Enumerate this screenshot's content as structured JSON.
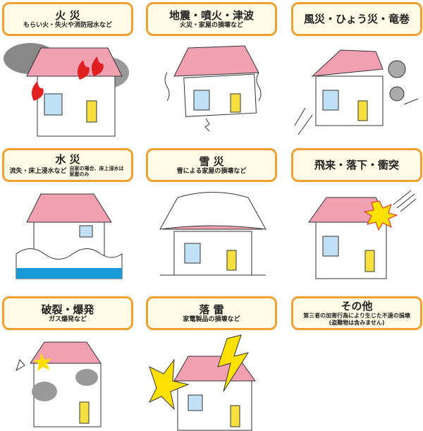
{
  "cards": [
    {
      "title": "火 災",
      "subtitle": "もらい火・失火や消防冠水など"
    },
    {
      "title": "地震・噴火・津波",
      "subtitle": "火災・家屋の損壊など"
    },
    {
      "title": "風災・ひょう災・竜巻"
    },
    {
      "title": "水 災",
      "subtitle": "流失・床上浸水など",
      "note": "自家の場合、床上浸水は家屋のみ"
    },
    {
      "title": "雪 災",
      "subtitle": "雪による家屋の損壊など"
    },
    {
      "title": "飛来・落下・衝突"
    },
    {
      "title": "破裂・爆発",
      "subtitle": "ガス爆発など"
    },
    {
      "title": "落 雷",
      "subtitle": "家電製品の損壊など"
    },
    {
      "title": "その他",
      "subtitle": "第三者の加害行為により生じた不遠の損壊",
      "subtitle2": "(盗難物は含みません)"
    }
  ],
  "colors": {
    "border": "#f0a030",
    "card_bg": "#fffbe6",
    "roof": "#f0a0b0",
    "door": "#f5e040",
    "water": "#1a9ad6"
  }
}
